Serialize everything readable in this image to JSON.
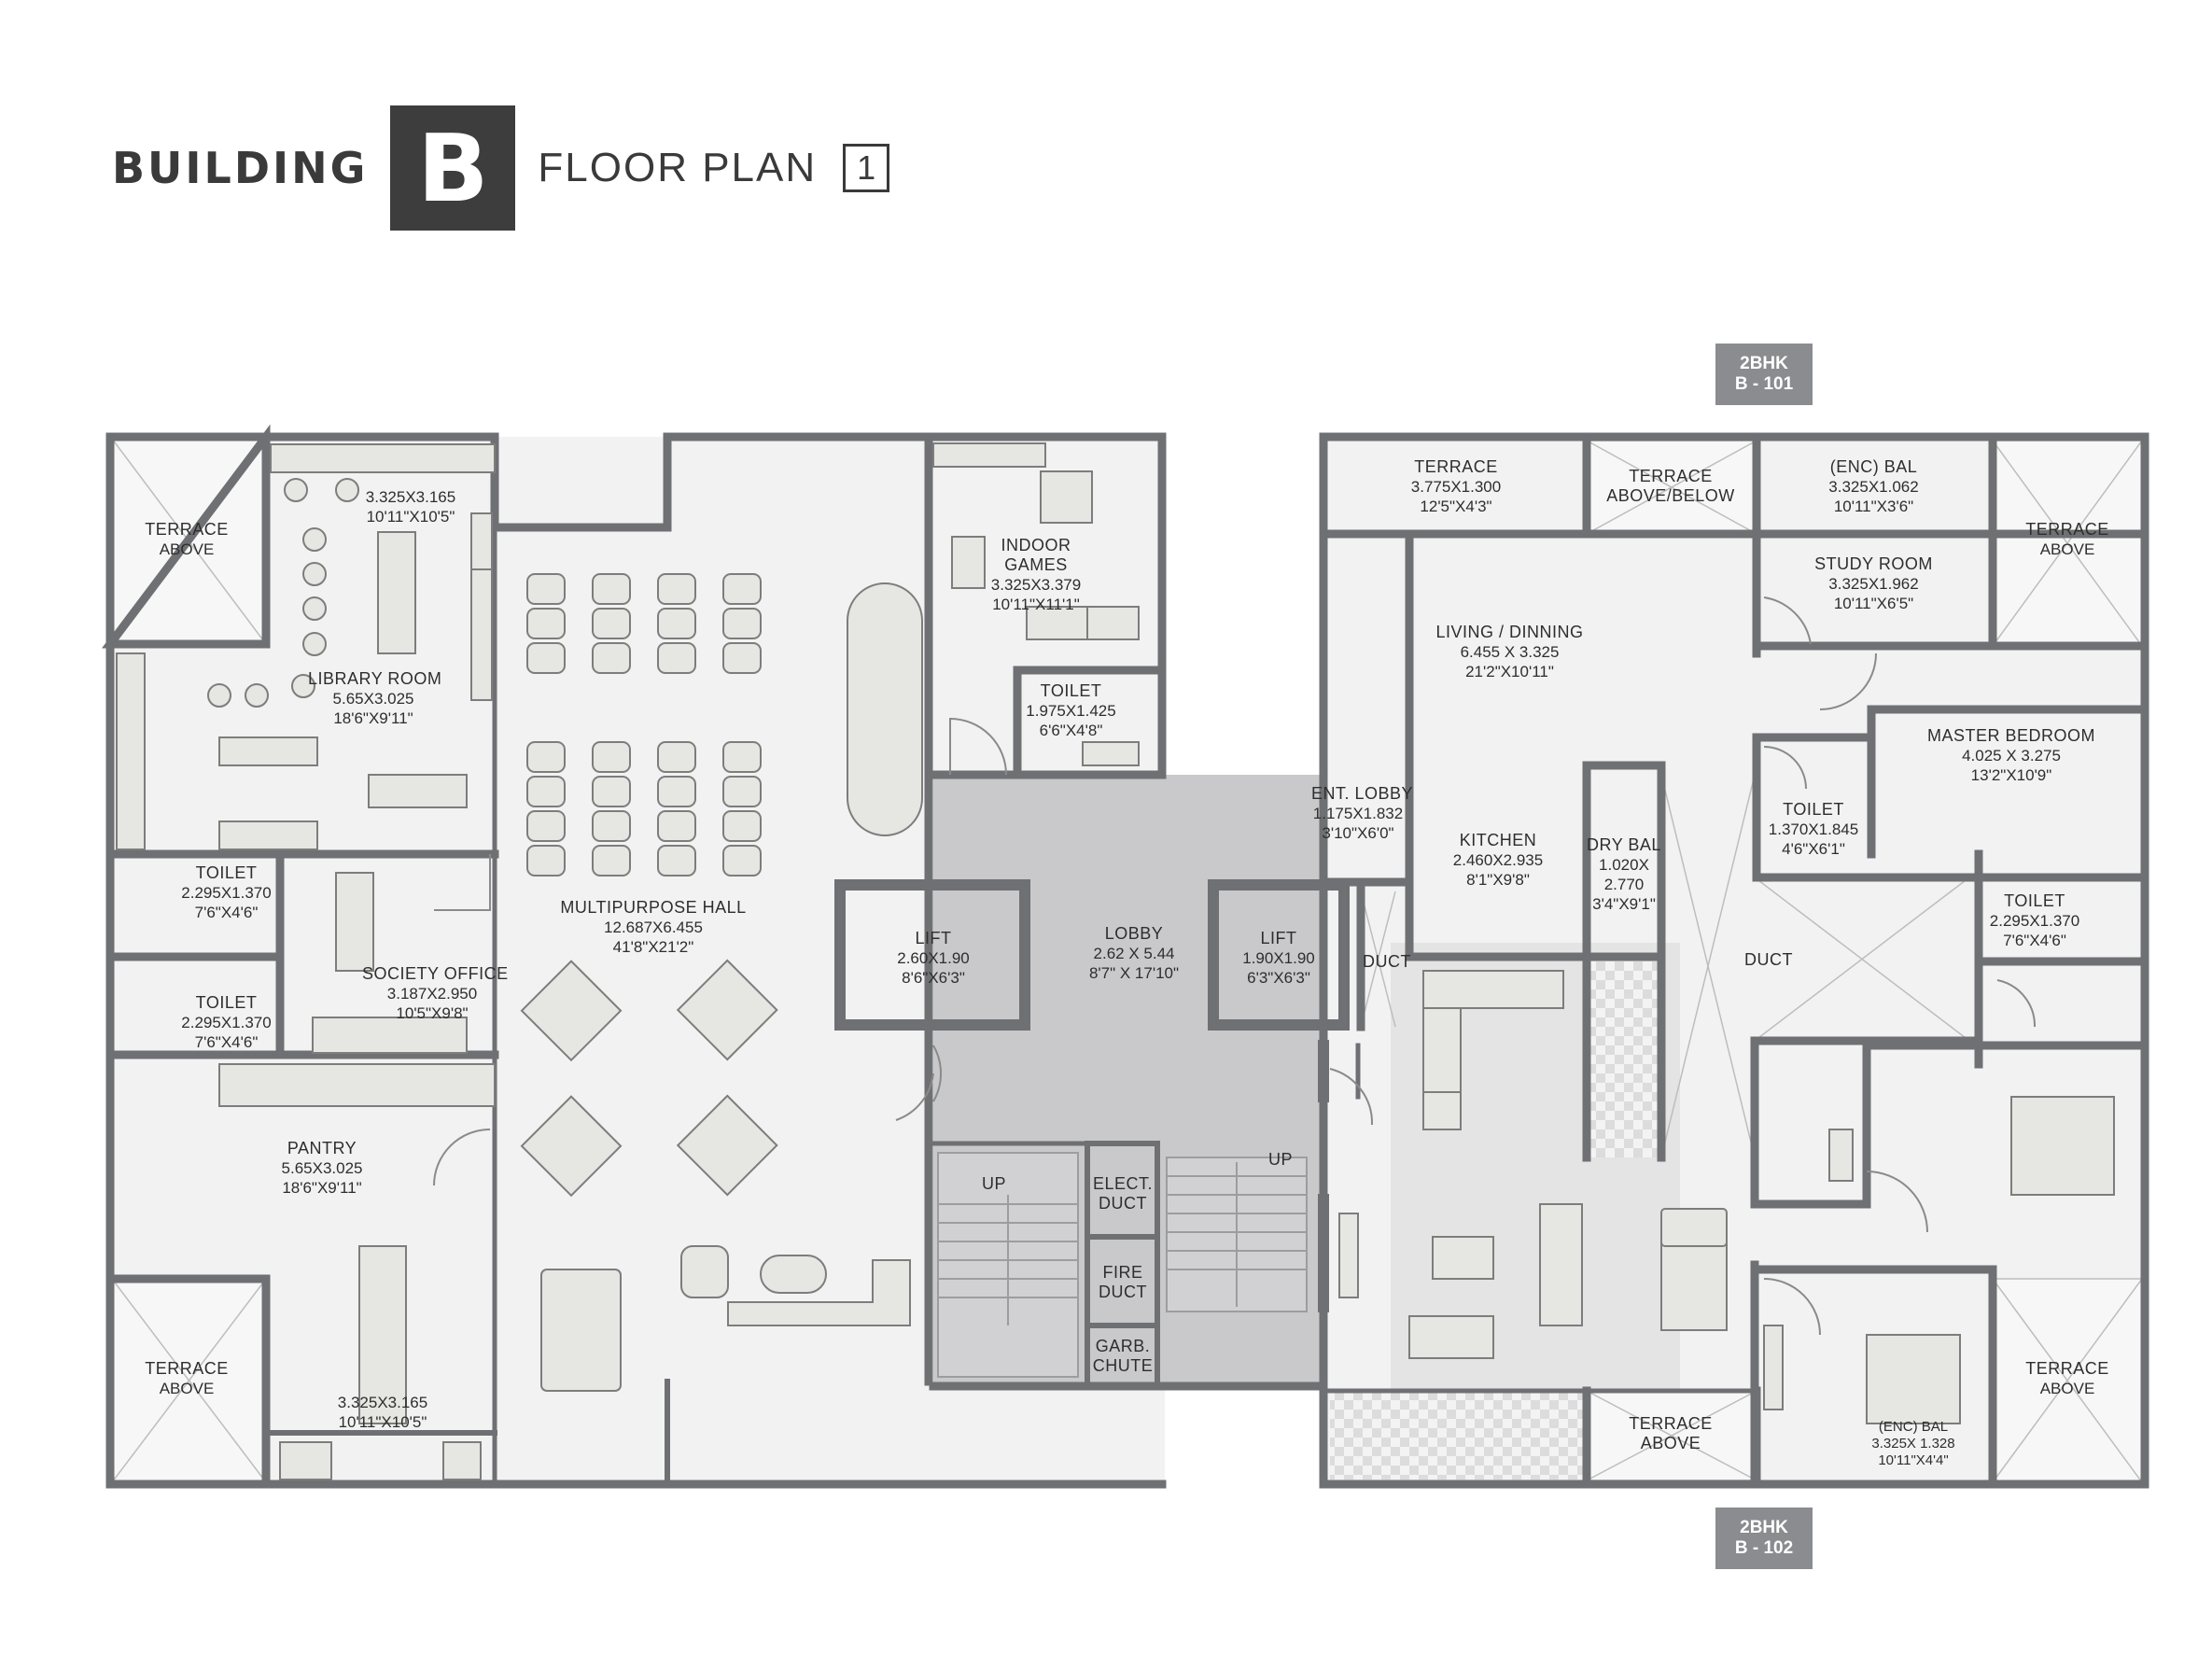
{
  "header": {
    "building_word": "BUILDING",
    "building_letter": "B",
    "floor_plan_word": "FLOOR PLAN",
    "floor_number": "1"
  },
  "unit_tags": [
    {
      "type": "2BHK",
      "unit": "B - 101"
    },
    {
      "type": "2BHK",
      "unit": "B - 102"
    }
  ],
  "rooms": {
    "terrace_above_tl": {
      "name": "TERRACE",
      "line2": "ABOVE"
    },
    "library_top": {
      "size_m": "3.325X3.165",
      "size_ft": "10'11\"X10'5\""
    },
    "library_room": {
      "name": "LIBRARY ROOM",
      "size_m": "5.65X3.025",
      "size_ft": "18'6\"X9'11\""
    },
    "toilet_l1": {
      "name": "TOILET",
      "size_m": "2.295X1.370",
      "size_ft": "7'6\"X4'6\""
    },
    "toilet_l2": {
      "name": "TOILET",
      "size_m": "2.295X1.370",
      "size_ft": "7'6\"X4'6\""
    },
    "society_office": {
      "name": "SOCIETY OFFICE",
      "size_m": "3.187X2.950",
      "size_ft": "10'5\"X9'8\""
    },
    "pantry": {
      "name": "PANTRY",
      "size_m": "5.65X3.025",
      "size_ft": "18'6\"X9'11\""
    },
    "pantry_bottom": {
      "size_m": "3.325X3.165",
      "size_ft": "10'11\"X10'5\""
    },
    "terrace_above_bl": {
      "name": "TERRACE",
      "line2": "ABOVE"
    },
    "multipurpose_hall": {
      "name": "MULTIPURPOSE HALL",
      "size_m": "12.687X6.455",
      "size_ft": "41'8\"X21'2\""
    },
    "indoor_games": {
      "name": "INDOOR",
      "line2": "GAMES",
      "size_m": "3.325X3.379",
      "size_ft": "10'11\"X11'1\""
    },
    "toilet_games": {
      "name": "TOILET",
      "size_m": "1.975X1.425",
      "size_ft": "6'6\"X4'8\""
    },
    "lift_left": {
      "name": "LIFT",
      "size_m": "2.60X1.90",
      "size_ft": "8'6\"X6'3\""
    },
    "lobby": {
      "name": "LOBBY",
      "size_m": "2.62 X 5.44",
      "size_ft": "8'7\" X 17'10\""
    },
    "lift_right": {
      "name": "LIFT",
      "size_m": "1.90X1.90",
      "size_ft": "6'3\"X6'3\""
    },
    "stair_up_left": {
      "name": "UP"
    },
    "stair_up_right": {
      "name": "UP"
    },
    "elect_duct": {
      "name": "ELECT.",
      "line2": "DUCT"
    },
    "fire_duct": {
      "name": "FIRE",
      "line2": "DUCT"
    },
    "garb_chute": {
      "name": "GARB.",
      "line2": "CHUTE"
    },
    "ent_lobby": {
      "name": "ENT. LOBBY",
      "size_m": "1.175X1.832",
      "size_ft": "3'10\"X6'0\""
    },
    "duct_small": {
      "name": "DUCT"
    },
    "terrace_101": {
      "name": "TERRACE",
      "size_m": "3.775X1.300",
      "size_ft": "12'5\"X4'3\""
    },
    "terrace_above_below": {
      "name": "TERRACE",
      "line2": "ABOVE/BELOW"
    },
    "enc_bal_top": {
      "name": "(ENC) BAL",
      "size_m": "3.325X1.062",
      "size_ft": "10'11\"X3'6\""
    },
    "terrace_above_tr": {
      "name": "TERRACE",
      "line2": "ABOVE"
    },
    "study_room": {
      "name": "STUDY ROOM",
      "size_m": "3.325X1.962",
      "size_ft": "10'11\"X6'5\""
    },
    "living_dinning": {
      "name": "LIVING / DINNING",
      "size_m": "6.455 X 3.325",
      "size_ft": "21'2\"X10'11\""
    },
    "master_bedroom": {
      "name": "MASTER BEDROOM",
      "size_m": "4.025 X 3.275",
      "size_ft": "13'2\"X10'9\""
    },
    "kitchen": {
      "name": "KITCHEN",
      "size_m": "2.460X2.935",
      "size_ft": "8'1\"X9'8\""
    },
    "dry_bal": {
      "name": "DRY BAL",
      "size_m": "1.020X",
      "size_ft": "2.770",
      "line4": "3'4\"X9'1\""
    },
    "toilet_r1": {
      "name": "TOILET",
      "size_m": "1.370X1.845",
      "size_ft": "4'6\"X6'1\""
    },
    "toilet_r2": {
      "name": "TOILET",
      "size_m": "2.295X1.370",
      "size_ft": "7'6\"X4'6\""
    },
    "duct_large": {
      "name": "DUCT"
    },
    "terrace_above_bm": {
      "name": "TERRACE",
      "line2": "ABOVE"
    },
    "enc_bal_bottom": {
      "name": "(ENC) BAL",
      "size_m": "3.325X 1.328",
      "size_ft": "10'11\"X4'4\""
    },
    "terrace_above_br": {
      "name": "TERRACE",
      "line2": "ABOVE"
    }
  },
  "colors": {
    "wall": "#6f7073",
    "floor": "#f2f2f2",
    "lobby_floor": "#c9c9cb",
    "lift": "#b9babd",
    "furniture": "#e6e6e2",
    "tag_bg": "#8a8c90",
    "title_box": "#3d3d3d"
  }
}
